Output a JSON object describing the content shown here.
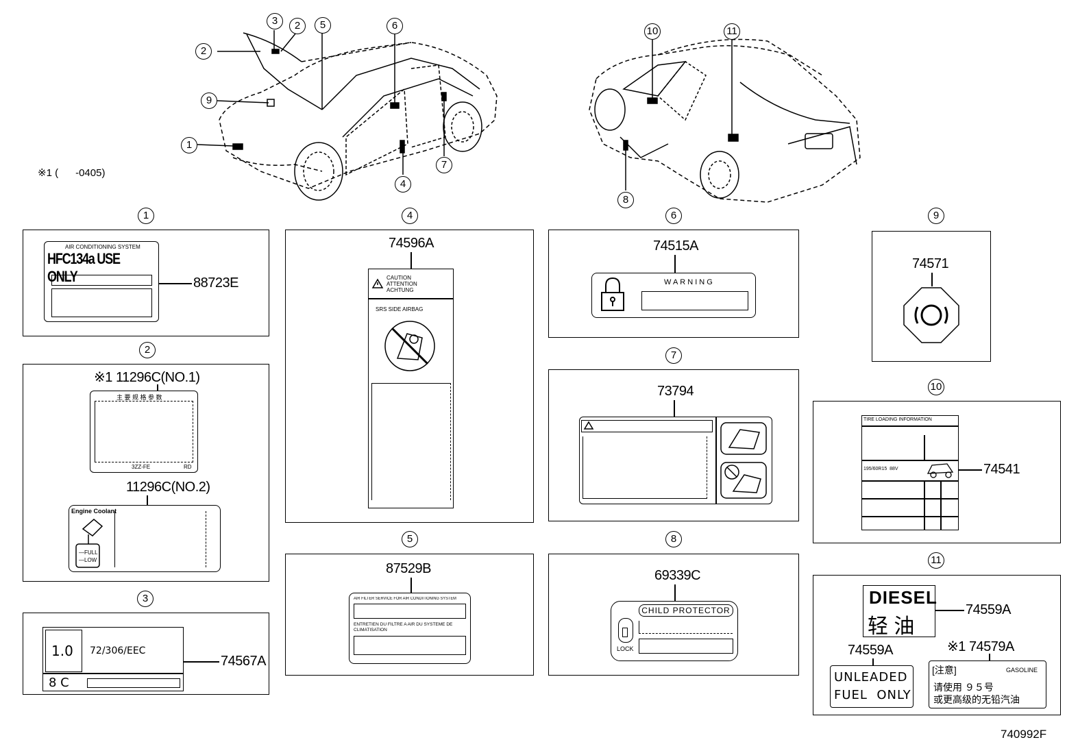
{
  "footnote": "※1 (      -0405)",
  "diagram_id": "740992F",
  "callouts": [
    "1",
    "2",
    "3",
    "4",
    "5",
    "6",
    "7",
    "8",
    "9",
    "10",
    "11"
  ],
  "panels": {
    "p1": {
      "number": "1",
      "part": "88723E",
      "label_title": "AIR CONDITIONING SYSTEM",
      "label_text": "HFC134a USE ONLY"
    },
    "p2": {
      "number": "2",
      "part_no1": "※1  11296C(NO.1)",
      "part_no2": "11296C(NO.2)",
      "no1_header": "主 要 规 格 参 数",
      "no1_engine": "3ZZ-FE",
      "no1_rd": "RD",
      "no2_title": "Engine Coolant",
      "no2_full": "—FULL",
      "no2_low": "—LOW"
    },
    "p3": {
      "number": "3",
      "part": "74567A",
      "value": "1.0",
      "regulation": "72/306/EEC",
      "code": "8 C"
    },
    "p4": {
      "number": "4",
      "part": "74596A",
      "caution": [
        "CAUTION",
        "ATTENTION",
        "ACHTUNG"
      ],
      "airbag": "SRS SIDE AIRBAG"
    },
    "p5": {
      "number": "5",
      "part": "87529B",
      "line1": "AIR FILTER SERVICE FOR AIR CONDITIONING SYSTEM",
      "line2": "ENTRETIEN DU FILTRE A AIR DU SYSTEME DE CLIMATISATION"
    },
    "p6": {
      "number": "6",
      "part": "74515A",
      "warning": "WARNING"
    },
    "p7": {
      "number": "7",
      "part": "73794"
    },
    "p8": {
      "number": "8",
      "part": "69339C",
      "title": "CHILD PROTECTOR",
      "lock": "LOCK"
    },
    "p9": {
      "number": "9",
      "part": "74571"
    },
    "p10": {
      "number": "10",
      "part": "74541",
      "title": "TIRE LOADING INFORMATION",
      "tire": "195/60R15  88V"
    },
    "p11": {
      "number": "11",
      "part_diesel": "74559A",
      "part_unleaded": "74559A",
      "part_gasoline": "※1 74579A",
      "diesel": "DIESEL",
      "diesel_cn": "轻 油",
      "unleaded1": "UNLEADED",
      "unleaded2": "FUEL  ONLY",
      "gas_head": "[注意]",
      "gas_label": "GASOLINE",
      "gas_line1": "请使用 ９５号",
      "gas_line2": "或更高级的无铅汽油"
    }
  }
}
